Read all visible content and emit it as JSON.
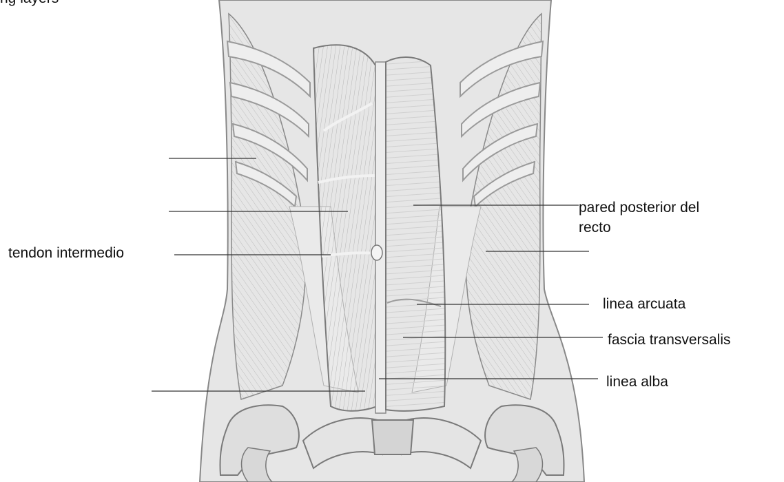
{
  "title": "ng layers",
  "labels": {
    "tendon_intermedio": "tendon intermedio",
    "pared_posterior": "pared posterior del\nrecto",
    "linea_arcuata": "linea arcuata",
    "fascia_transversalis": "fascia transversalis",
    "linea_alba": "linea alba"
  },
  "colors": {
    "background": "#ffffff",
    "body": "#dcdcdc",
    "muscle": "#c9c9c9",
    "muscle_dark": "#a9a9a9",
    "fascia": "#e2e2e2",
    "bone": "#d8d8d8",
    "outline": "#7d7d7d",
    "leader": "#333333"
  }
}
